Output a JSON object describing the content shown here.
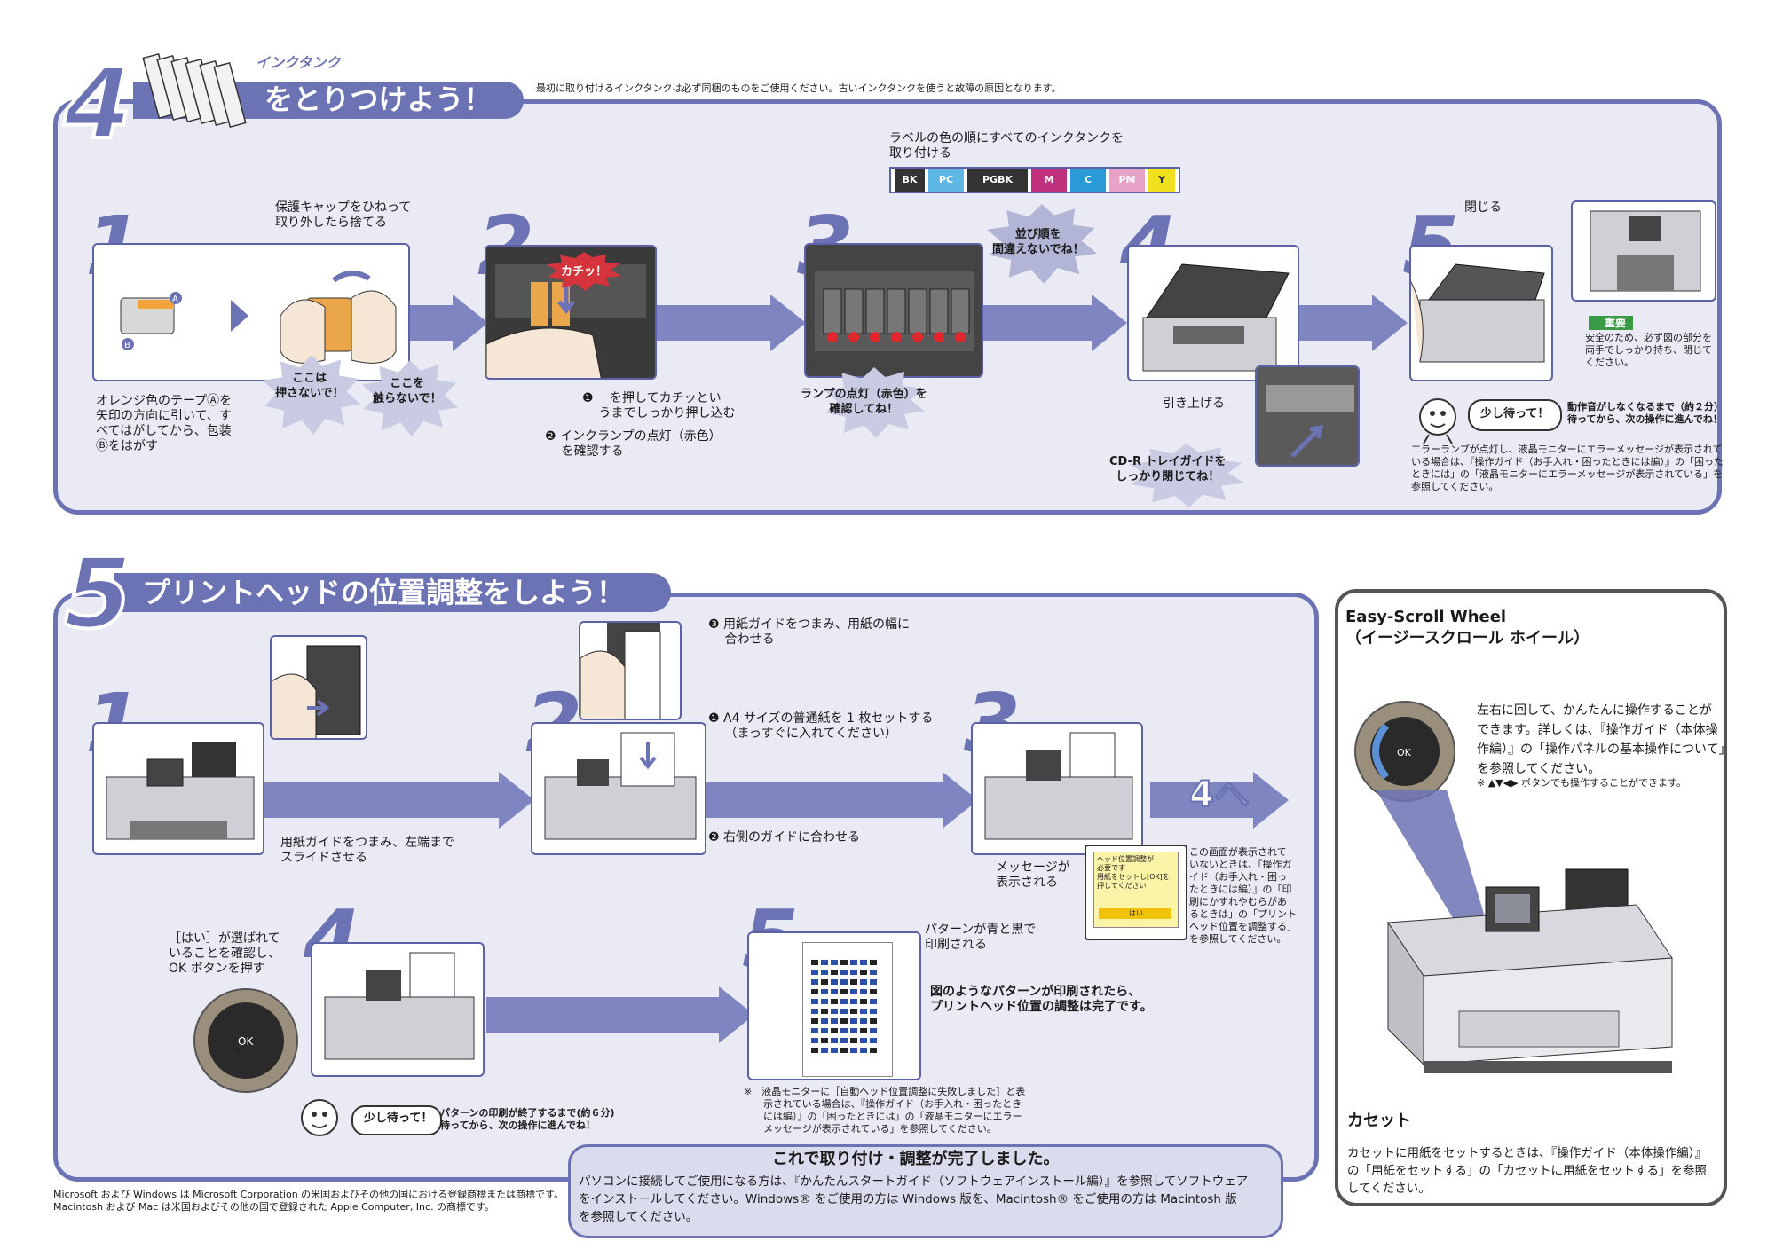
{
  "section4": {
    "number": "4",
    "subtitle": "インクタンク",
    "title": "をとりつけよう！",
    "note": "最初に取り付けるインクタンクは必ず同梱のものをご使用ください。古いインクタンクを使うと故障の原因となります。",
    "step1": {
      "num": "1",
      "cap_note": "保護キャップをひねって\n取り外したら捨てる",
      "burst1": "ここは\n押さないで！",
      "burst2": "ここを\n触らないで！",
      "caption": "オレンジ色のテープⒶを\n矢印の方向に引いて、す\nべてはがしてから、包装\nⒷをはがす"
    },
    "step2": {
      "num": "2",
      "burst": "カチッ！",
      "caption1": "❶ 　を押してカチッとい\n　 うまでしっかり押し込む",
      "caption2": "❷ インクランプの点灯（赤色）\n　 を確認する"
    },
    "step3": {
      "num": "3",
      "label": "ラベルの色の順にすべてのインクタンクを\n取り付ける",
      "inks": [
        "BK",
        "PC",
        "PGBK",
        "M",
        "C",
        "PM",
        "Y"
      ],
      "ink_colors": [
        "#333333",
        "#5fb7e5",
        "#333333",
        "#c0307d",
        "#2a9ad6",
        "#e7a2c8",
        "#f0e01e"
      ],
      "burst_order": "並び順を\n間違えないでね！",
      "burst_lamp": "ランプの点灯（赤色）を\n確認してね！"
    },
    "step4": {
      "num": "4",
      "caption": "引き上げる",
      "burst": "CD-R トレイガイドを\nしっかり閉じてね！"
    },
    "step5": {
      "num": "5",
      "close": "閉じる",
      "badge": "重要",
      "important": "安全のため、必ず図の部分を\n両手でしっかり持ち、閉じて\nください。",
      "wait_bubble": "少し待って！",
      "wait_text": "動作音がしなくなるまで（約２分）\n待ってから、次の操作に進んでね！",
      "error_note": "エラーランプが点灯し、液晶モニターにエラーメッセージが表示されて\nいる場合は、『操作ガイド（お手入れ・困ったときには編）』の「困った\nときには」の「液晶モニターにエラーメッセージが表示されている」を\n参照してください。"
    }
  },
  "section5": {
    "number": "5",
    "title": "プリントヘッドの位置調整をしよう！",
    "step1": {
      "num": "1",
      "caption": "用紙ガイドをつまみ、左端まで\nスライドさせる"
    },
    "step2": {
      "num": "2",
      "c3": "❸ 用紙ガイドをつまみ、用紙の幅に\n　 合わせる",
      "c1": "❶ A4 サイズの普通紙を 1 枚セットする\n　 （まっすぐに入れてください）",
      "c2": "❷ 右側のガイドに合わせる"
    },
    "step3": {
      "num": "3",
      "goto": "4へ",
      "message": "メッセージが\n表示される",
      "screen_text": "ヘッド位置調整が\n必要です\n用紙をセットし[OK]を\n押してください",
      "screen_button": "はい",
      "note": "この画面が表示されて\nいないときは、『操作ガ\nイド（お手入れ・困っ\nたときには編）』の「印\n刷にかすれやむらがあ\nるときは」の「プリント\nヘッド位置を調整する」\nを参照してください。"
    },
    "step4": {
      "num": "4",
      "caption": "［はい］が選ばれて\nいることを確認し、\nOK ボタンを押す",
      "ok": "OK",
      "wait_bubble": "少し待って！",
      "wait_text": "パターンの印刷が終了するまで(約６分)\n待ってから、次の操作に進んでね！"
    },
    "step5": {
      "num": "5",
      "caption": "パターンが青と黒で\n印刷される",
      "done": "図のようなパターンが印刷されたら、\nプリントヘッド位置の調整は完了です。",
      "note": "※　液晶モニターに［自動ヘッド位置調整に失敗しました］と表\n　　示されている場合は、『操作ガイド（お手入れ・困ったとき\n　　には編）』の「困ったときには」の「液晶モニターにエラー\n　　メッセージが表示されている」を参照してください。"
    }
  },
  "completion": {
    "title": "これで取り付け・調整が完了しました。",
    "body": "パソコンに接続してご使用になる方は、『かんたんスタートガイド（ソフトウェアインストール編）』を参照してソフトウェア\nをインストールしてください。Windows® をご使用の方は Windows 版を、Macintosh® をご使用の方は Macintosh 版\nを参照してください。"
  },
  "trademark": "Microsoft および Windows は Microsoft Corporation の米国およびその他の国における登録商標または商標です。\nMacintosh および Mac は米国およびその他の国で登録された Apple Computer, Inc. の商標です。",
  "sidebar": {
    "title": "Easy-Scroll Wheel\n（イージースクロール ホイール）",
    "desc": "左右に回して、かんたんに操作することが\nできます。詳しくは、『操作ガイド（本体操\n作編）』の「操作パネルの基本操作について」\nを参照してください。",
    "note": "※ ▲▼◀▶ ボタンでも操作することができます。",
    "ok": "OK",
    "cassette_title": "カセット",
    "cassette_desc": "カセットに用紙をセットするときは、『操作ガイド（本体操作編）』\nの「用紙をセットする」の「カセットに用紙をセットする」を参照\nしてください。"
  }
}
